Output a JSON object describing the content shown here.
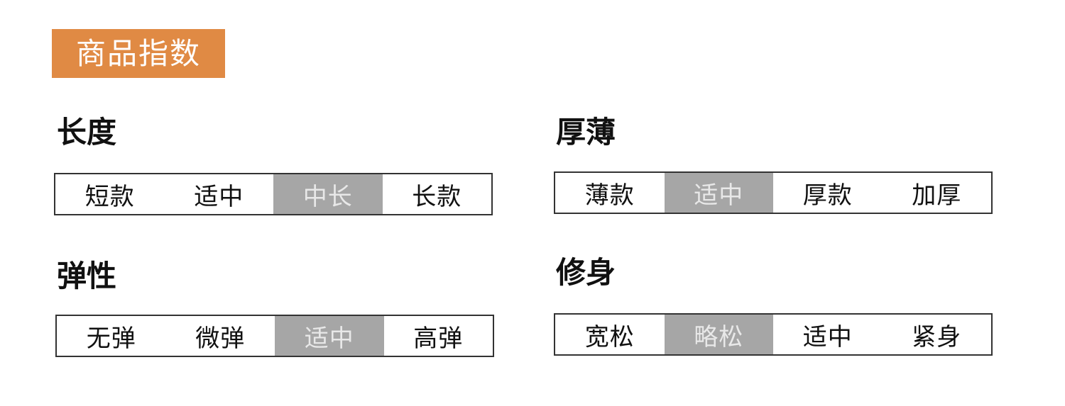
{
  "header": {
    "badge_label": "商品指数",
    "badge_color": "#e08a44"
  },
  "groups": [
    {
      "title": "长度",
      "options": [
        "短款",
        "适中",
        "中长",
        "长款"
      ],
      "selected_index": 2
    },
    {
      "title": "厚薄",
      "options": [
        "薄款",
        "适中",
        "厚款",
        "加厚"
      ],
      "selected_index": 1
    },
    {
      "title": "弹性",
      "options": [
        "无弹",
        "微弹",
        "适中",
        "高弹"
      ],
      "selected_index": 2
    },
    {
      "title": "修身",
      "options": [
        "宽松",
        "略松",
        "适中",
        "紧身"
      ],
      "selected_index": 1
    }
  ],
  "colors": {
    "selected_bg": "#a6a6a6",
    "selected_text": "#e8e8e8",
    "border": "#333333"
  }
}
